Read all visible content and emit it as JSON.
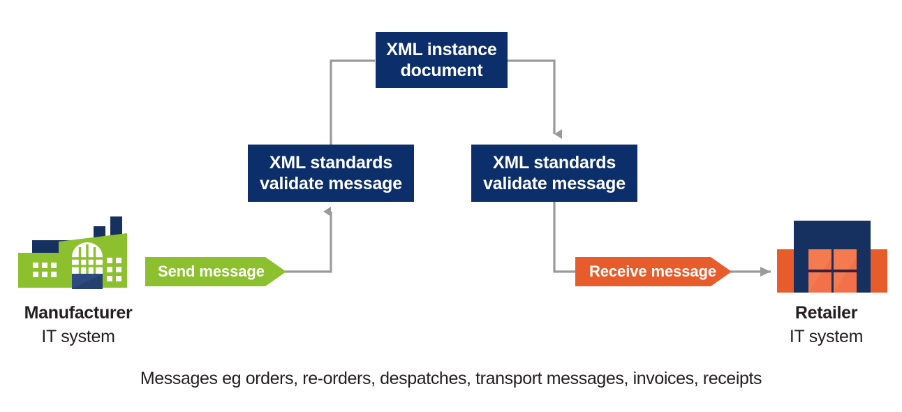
{
  "diagram": {
    "title_nodes": {
      "xml_instance": "XML instance\ndocument",
      "xml_instance_line1": "XML instance",
      "xml_instance_line2": "document",
      "validate_left_line1": "XML standards",
      "validate_left_line2": "validate message",
      "validate_right_line1": "XML standards",
      "validate_right_line2": "validate message"
    },
    "banners": {
      "send": "Send message",
      "receive": "Receive message"
    },
    "endpoints": {
      "manufacturer": {
        "name": "Manufacturer",
        "subtitle": "IT system",
        "icon": "factory-icon"
      },
      "retailer": {
        "name": "Retailer",
        "subtitle": "IT system",
        "icon": "storefront-icon"
      }
    },
    "caption": "Messages eg orders, re-orders, despatches, transport messages, invoices, receipts",
    "colors": {
      "navy": "#0c2f6b",
      "navy_dark": "#16305f",
      "green": "#8cc02e",
      "orange": "#e85c2b",
      "orange_light": "#f2714a",
      "connector_gray": "#9a9a9a",
      "text": "#231f20",
      "background": "#ffffff"
    }
  }
}
